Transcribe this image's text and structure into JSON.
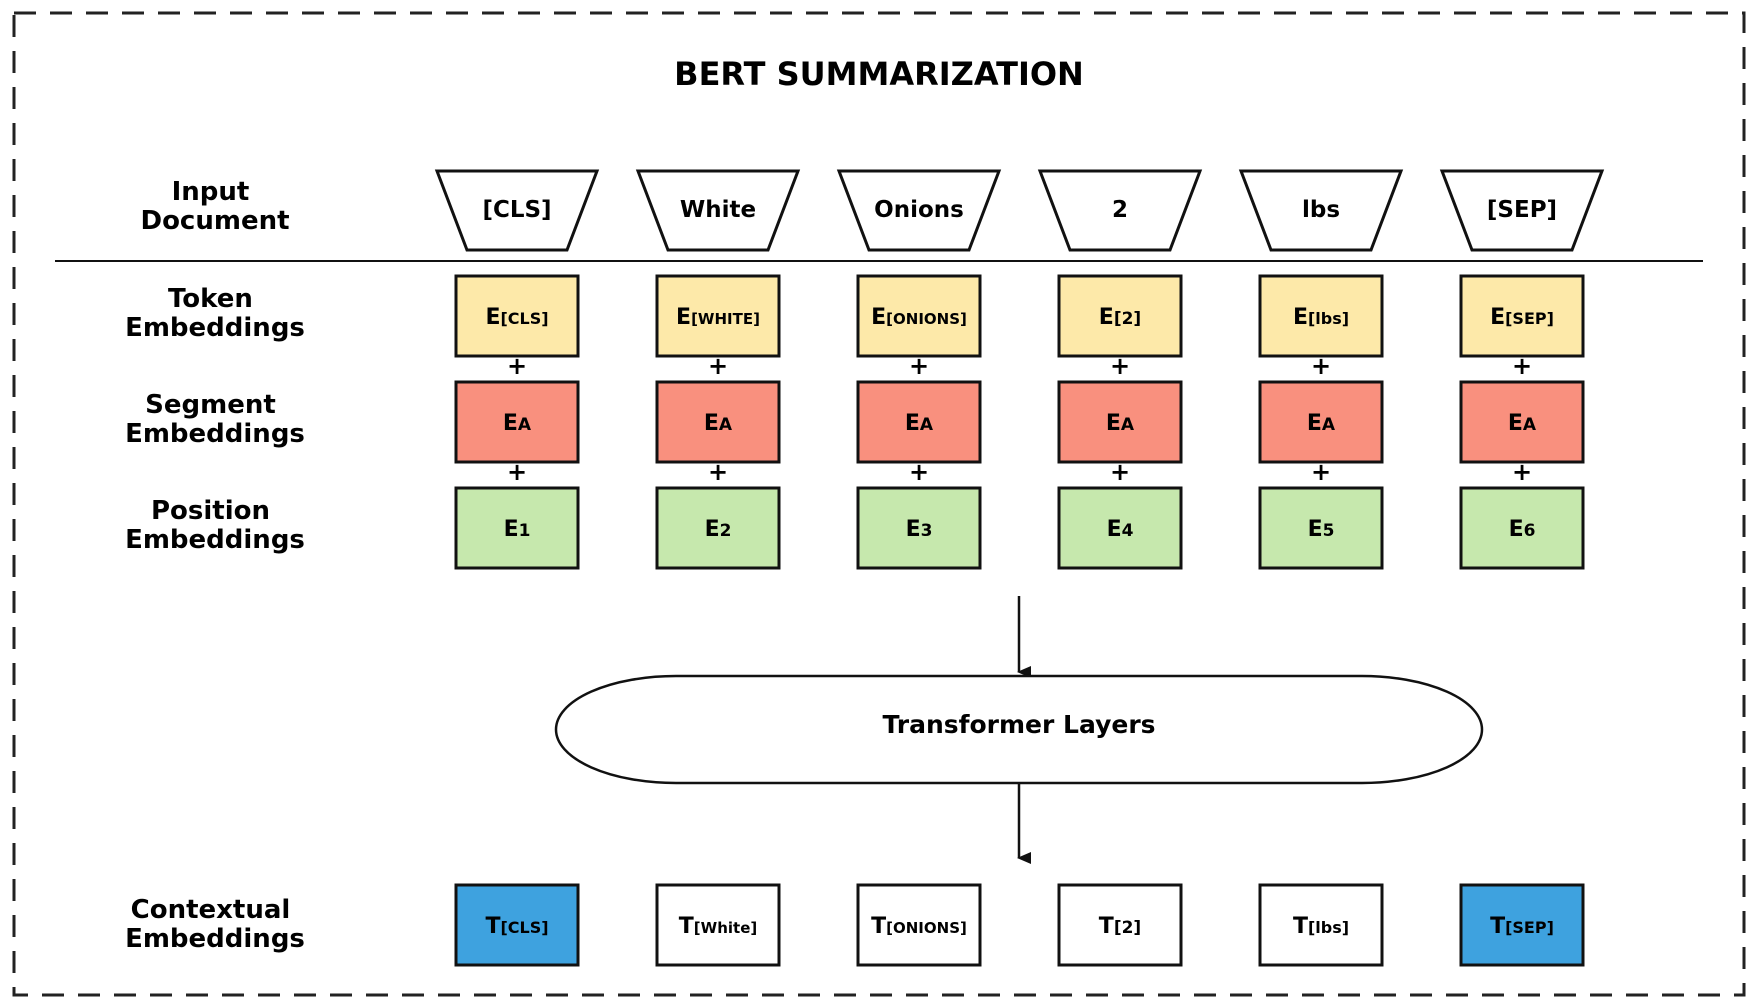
{
  "title": "BERT SUMMARIZATION",
  "rows": {
    "input": [
      "Input",
      "Document"
    ],
    "token": [
      "Token",
      "Embeddings"
    ],
    "segment": [
      "Segment",
      "Embeddings"
    ],
    "position": [
      "Position",
      "Embeddings"
    ],
    "contextual": [
      "Contextual",
      "Embeddings"
    ]
  },
  "tokens": [
    "[CLS]",
    "White",
    "Onions",
    "2",
    "lbs",
    "[SEP]"
  ],
  "token_embeddings": [
    {
      "main": "E",
      "sub": "[CLS]"
    },
    {
      "main": "E",
      "sub": "[WHITE]"
    },
    {
      "main": "E",
      "sub": "[ONIONS]"
    },
    {
      "main": "E",
      "sub": "[2]"
    },
    {
      "main": "E",
      "sub": "[lbs]"
    },
    {
      "main": "E",
      "sub": "[SEP]"
    }
  ],
  "segment_embeddings": [
    {
      "main": "E",
      "sub": "A"
    },
    {
      "main": "E",
      "sub": "A"
    },
    {
      "main": "E",
      "sub": "A"
    },
    {
      "main": "E",
      "sub": "A"
    },
    {
      "main": "E",
      "sub": "A"
    },
    {
      "main": "E",
      "sub": "A"
    }
  ],
  "position_embeddings": [
    {
      "main": "E",
      "sub": "1"
    },
    {
      "main": "E",
      "sub": "2"
    },
    {
      "main": "E",
      "sub": "3"
    },
    {
      "main": "E",
      "sub": "4"
    },
    {
      "main": "E",
      "sub": "5"
    },
    {
      "main": "E",
      "sub": "6"
    }
  ],
  "plus_sign": "+",
  "transformer_label": "Transformer Layers",
  "contextual_embeddings": [
    {
      "main": "T",
      "sub": "[CLS]",
      "highlight": true
    },
    {
      "main": "T",
      "sub": "[White]",
      "highlight": false
    },
    {
      "main": "T",
      "sub": "[ONIONS]",
      "highlight": false
    },
    {
      "main": "T",
      "sub": "[2]",
      "highlight": false
    },
    {
      "main": "T",
      "sub": "[lbs]",
      "highlight": false
    },
    {
      "main": "T",
      "sub": "[SEP]",
      "highlight": true
    }
  ],
  "colors": {
    "token": "#fde9a9",
    "segment": "#f9907e",
    "position": "#c6e8ad",
    "contextual_highlight": "#3ea2df",
    "contextual_plain": "#ffffff",
    "stroke": "#111111"
  }
}
